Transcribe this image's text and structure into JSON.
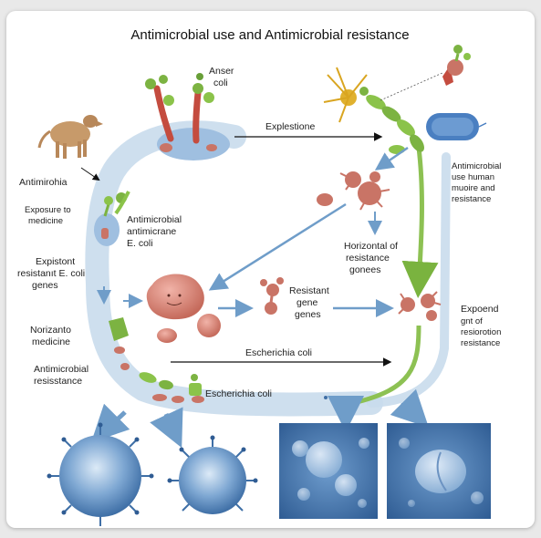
{
  "title": "Antimicrobial use and Antimicrobial resistance",
  "labels": {
    "anser_coli": [
      "Anser",
      "coli"
    ],
    "antimirohia": "Antimirohia",
    "exposure_medicine": [
      "Exposure to",
      "medicine"
    ],
    "antimicrobial_antimicrane": [
      "Antimicrobial",
      "antimicrane",
      "E. coli"
    ],
    "expistont": [
      "Expistont",
      "resistanıt E. coli",
      "genes"
    ],
    "norizanto": [
      "Norizanto",
      "medicine"
    ],
    "antimicrobial_resisstance": [
      "Antimicrobial",
      "resisstance"
    ],
    "explestione": "Explestione",
    "human_use": [
      "Antimicrobial",
      "use human",
      "muoire and",
      "resistance"
    ],
    "horizontal": [
      "Horizontal of",
      "resistance",
      "gonees"
    ],
    "resistant_gene": [
      "Resistant",
      "gene",
      "genes"
    ],
    "expoend": [
      "Expoend",
      "gnt of",
      "resiorotion",
      "resistance"
    ],
    "escherichia_mid": "Escherichia coli",
    "escherichia_bottom": "Escherichia coli"
  },
  "colors": {
    "pathway_blue": "#c9dcec",
    "arrow_blue": "#6f9dc9",
    "green_path": "#8dc153",
    "bacteria_red": "#c97466",
    "bacteria_green": "#8bc34a",
    "micrograph_blue": "#3f6fa6"
  }
}
